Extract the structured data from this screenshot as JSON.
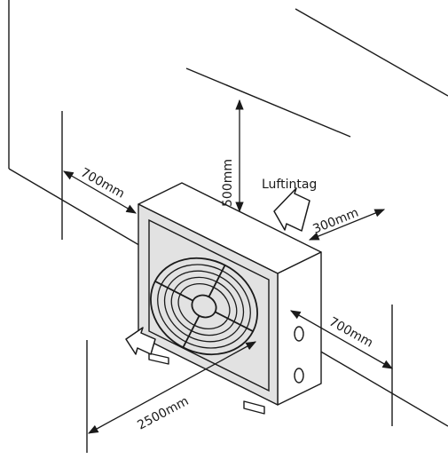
{
  "labels": {
    "top_clearance": "500mm",
    "left_clearance": "700mm",
    "rear_clearance": "300mm",
    "right_clearance": "700mm",
    "front_clearance": "2500mm",
    "air_intake": "Luftintag"
  },
  "colors": {
    "line": "#1a1a1a",
    "unit_front": "#e2e2e2",
    "unit_top": "#ffffff",
    "unit_side": "#ffffff",
    "fan_grille": "#ffffff"
  }
}
